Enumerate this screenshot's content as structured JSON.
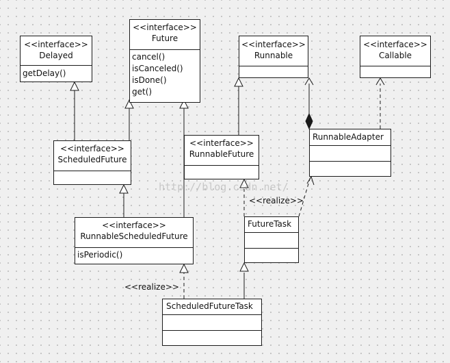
{
  "classes": {
    "delayed": {
      "stereotype": "<<interface>>",
      "name": "Delayed",
      "operations": [
        "getDelay()"
      ]
    },
    "future": {
      "stereotype": "<<interface>>",
      "name": "Future",
      "operations": [
        "cancel()",
        "isCanceled()",
        "isDone()",
        "get()"
      ]
    },
    "runnable": {
      "stereotype": "<<interface>>",
      "name": "Runnable"
    },
    "callable": {
      "stereotype": "<<interface>>",
      "name": "Callable"
    },
    "scheduled_future": {
      "stereotype": "<<interface>>",
      "name": "ScheduledFuture"
    },
    "runnable_future": {
      "stereotype": "<<interface>>",
      "name": "RunnableFuture"
    },
    "runnable_adapter": {
      "name": "RunnableAdapter"
    },
    "runnable_scheduled_future": {
      "stereotype": "<<interface>>",
      "name": "RunnableScheduledFuture",
      "operations": [
        "isPeriodic()"
      ]
    },
    "future_task": {
      "name": "FutureTask"
    },
    "scheduled_future_task": {
      "name": "ScheduledFutureTask"
    }
  },
  "labels": {
    "realize_future_task": "<<realize>>",
    "realize_scheduled_future_task": "<<realize>>"
  },
  "watermark": "http://blog.csdn.net/"
}
